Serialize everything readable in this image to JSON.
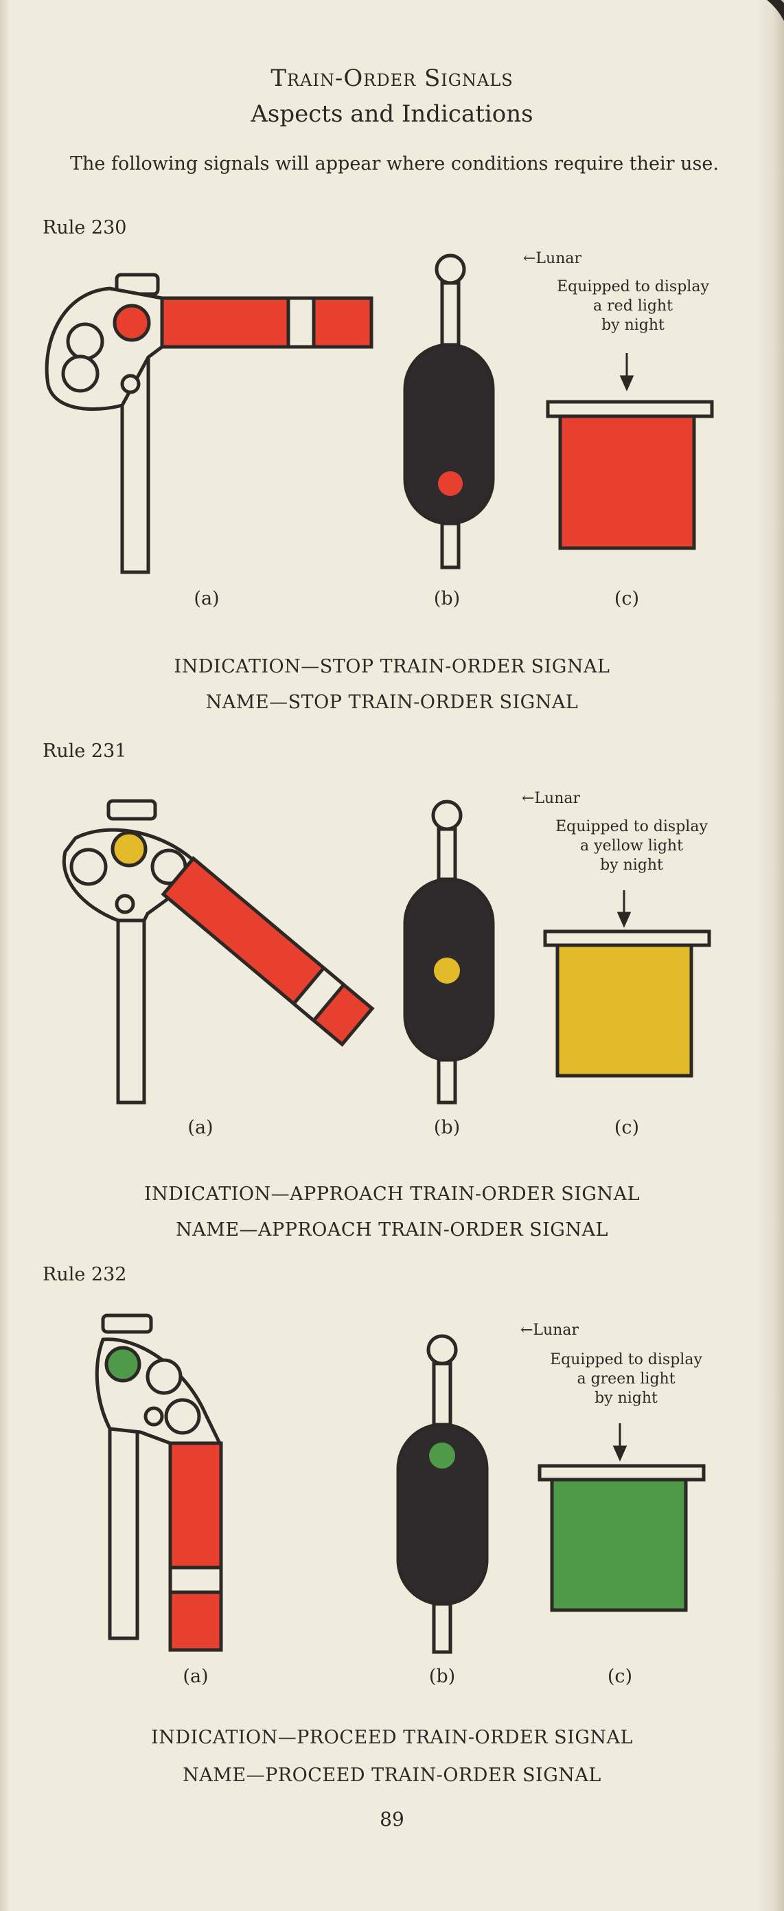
{
  "page": {
    "title": "Train-Order Signals",
    "subtitle": "Aspects and Indications",
    "intro": "The following signals will appear where conditions require their use.",
    "page_number": "89"
  },
  "colors": {
    "paper": "#efebdd",
    "ink": "#2b2825",
    "red": "#e8402f",
    "yellow": "#e3bb2a",
    "green": "#4f9a48",
    "lamp_body": "#2f2b2c"
  },
  "rules": [
    {
      "rule": "Rule 230",
      "blade_position": "horizontal",
      "light_color": "red",
      "lunar": "←Lunar",
      "equipped": [
        "Equipped to display",
        "a red light",
        "by night"
      ],
      "labels": [
        "(a)",
        "(b)",
        "(c)"
      ],
      "indication": "INDICATION—STOP TRAIN-ORDER SIGNAL",
      "name": "NAME—STOP TRAIN-ORDER SIGNAL"
    },
    {
      "rule": "Rule 231",
      "blade_position": "diagonal",
      "light_color": "yellow",
      "lunar": "←Lunar",
      "equipped": [
        "Equipped to display",
        "a yellow light",
        "by night"
      ],
      "labels": [
        "(a)",
        "(b)",
        "(c)"
      ],
      "indication": "INDICATION—APPROACH TRAIN-ORDER SIGNAL",
      "name": "NAME—APPROACH TRAIN-ORDER SIGNAL"
    },
    {
      "rule": "Rule 232",
      "blade_position": "vertical",
      "light_color": "green",
      "lunar": "←Lunar",
      "equipped": [
        "Equipped to display",
        "a green light",
        "by night"
      ],
      "labels": [
        "(a)",
        "(b)",
        "(c)"
      ],
      "indication": "INDICATION—PROCEED TRAIN-ORDER SIGNAL",
      "name": "NAME—PROCEED TRAIN-ORDER SIGNAL"
    }
  ]
}
